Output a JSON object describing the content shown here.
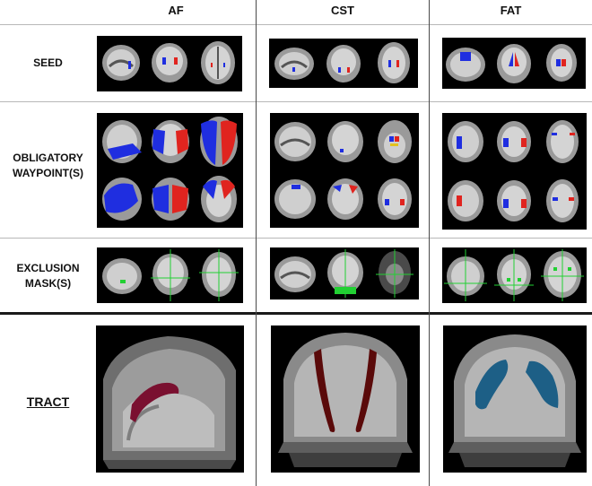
{
  "columns": [
    "AF",
    "CST",
    "FAT"
  ],
  "rows": {
    "seed": "SEED",
    "waypoint_line1": "OBLIGATORY",
    "waypoint_line2": "WAYPOINT(S)",
    "exclusion_line1": "EXCLUSION",
    "exclusion_line2": "MASK(S)",
    "tract": "TRACT"
  },
  "colors": {
    "seed_left": "#1f2ee0",
    "seed_right": "#e0241f",
    "exclusion": "#22d033",
    "tract_af": "#7a1030",
    "tract_cst": "#5a0a0a",
    "tract_fat": "#1d5f86"
  }
}
